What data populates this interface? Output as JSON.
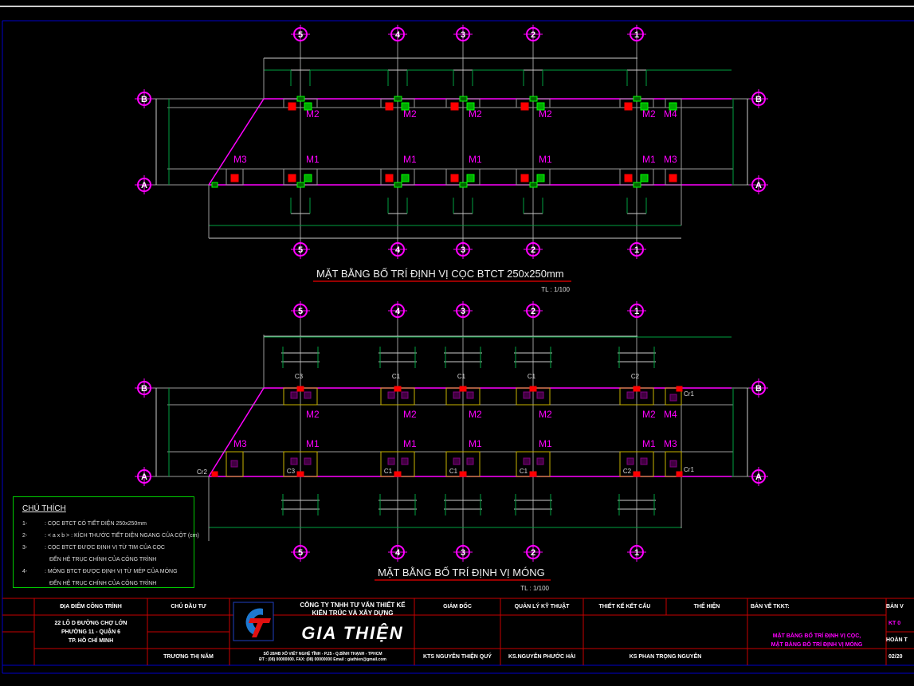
{
  "axes_x": [
    "5",
    "4",
    "3",
    "2",
    "1"
  ],
  "axes_y": [
    "B",
    "A"
  ],
  "plan1": {
    "title": "MẶT BẰNG BỐ TRÍ ĐỊNH VỊ CỌC BTCT 250x250mm",
    "scale": "TL : 1/100",
    "top_labels": [
      "M2",
      "M2",
      "M2",
      "M2",
      "M2",
      "M4"
    ],
    "bottom_labels": [
      "M3",
      "M1",
      "M1",
      "M1",
      "M1",
      "M1",
      "M3"
    ]
  },
  "plan2": {
    "title": "MẶT BẰNG BỐ TRÍ ĐỊNH VỊ MÓNG",
    "scale": "TL : 1/100",
    "top_labels": [
      "M2",
      "M2",
      "M2",
      "M2",
      "M2",
      "M4"
    ],
    "bottom_labels": [
      "M3",
      "M1",
      "M1",
      "M1",
      "M1",
      "M1",
      "M3"
    ],
    "column_top": [
      "C3",
      "C1",
      "C1",
      "C1",
      "C2"
    ],
    "column_bottom": [
      "C3",
      "C1",
      "C1",
      "C1",
      "C2"
    ],
    "corner": [
      "Cr2",
      "Cr1",
      "Cr1"
    ]
  },
  "legend": {
    "title": "CHÚ THÍCH",
    "items": [
      {
        "n": "1-",
        "t": ": CỌC BTCT CÓ TIẾT DIỆN 250x250mm"
      },
      {
        "n": "2-",
        "t": ": < a x b > : KÍCH THƯỚC TIẾT DIỆN NGANG CỦA CỘT (cm)"
      },
      {
        "n": "3-",
        "t": ": CỌC BTCT ĐƯỢC ĐỊNH VỊ TỪ TIM CỦA CỌC"
      },
      {
        "n": "",
        "t": "ĐẾN HỆ TRỤC CHÍNH CỦA CÔNG TRÌNH"
      },
      {
        "n": "4-",
        "t": ": MÓNG BTCT ĐƯỢC ĐỊNH VỊ TỪ MÉP CỦA MÓNG"
      },
      {
        "n": "",
        "t": "ĐẾN HỆ TRỤC CHÍNH CỦA CÔNG TRÌNH"
      }
    ]
  },
  "title_block": {
    "location_head": "ĐỊA ĐIỂM CÔNG TRÌNH",
    "location": "22 LÔ D ĐƯỜNG CHỢ LỚN\nPHƯỜNG 11 - QUẬN 6\nTP. HỒ CHÍ MINH",
    "owner_head": "CHỦ ĐẦU TƯ",
    "owner": "TRƯƠNG THỊ NĂM",
    "company": "CÔNG TY TNHH TƯ VẤN THIẾT KẾ\nKIẾN TRÚC VÀ XÂY DỰNG",
    "brand": "GIA THIỆN",
    "address": "SỐ 28/4B XÔ VIẾT NGHỆ TĨNH - P.25 - Q.BÌNH THẠNH - TPHCM\nĐT : (08) 00000000. FAX: (08) 00000000 Email : giathien@gmail.com",
    "director_head": "GIÁM ĐỐC",
    "director": "KTS NGUYỄN THIỆN QUÝ",
    "tech_head": "QUẢN LÝ KỸ THUẬT",
    "tech": "KS.NGUYỄN PHƯỚC HẢI",
    "struct_head": "THIẾT KẾ KẾT CẤU",
    "draw_head": "THỂ HIỆN",
    "struct": "KS PHAN TRỌNG NGUYỄN",
    "sheet_head": "BẢN VẼ TKKT:",
    "sheet_title": "MẶT BẰNG BỐ TRÍ ĐỊNH VỊ CỌC,\nMẶT BẰNG BỐ TRÍ ĐỊNH VỊ MÓNG",
    "no_head": "BẢN V",
    "no": "KT 0",
    "done": "HOÀN T",
    "date": "02/20"
  },
  "colors": {
    "magenta": "#ff00ff",
    "green": "#00a040",
    "gray": "#9a9a9a",
    "red": "#ff0000",
    "yellow": "#c8b400",
    "frame": "#0000c8",
    "tb": "#c80000"
  }
}
